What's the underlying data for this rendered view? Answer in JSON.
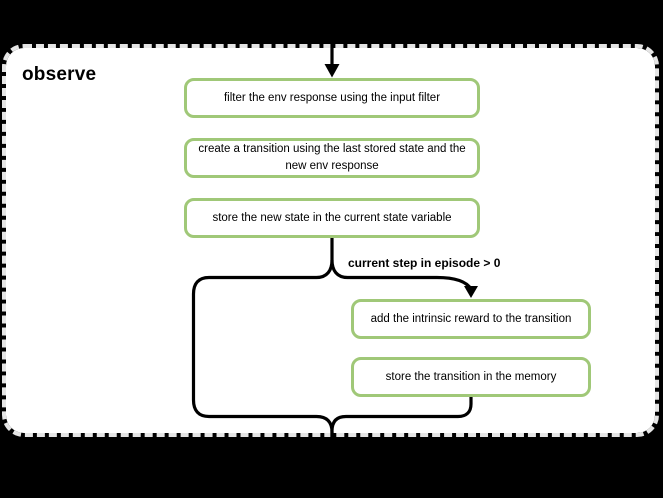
{
  "colors": {
    "page_bg": "#000000",
    "container_fill": "#ffffff",
    "container_border": "#e5e5e5",
    "node_border": "#a0c878",
    "node_fill": "#ffffff",
    "edge": "#000000",
    "text": "#000000"
  },
  "container": {
    "title": "observe"
  },
  "nodes": [
    {
      "id": "filter-env-response",
      "label": "filter the env response using the input filter"
    },
    {
      "id": "create-transition",
      "label": "create a transition using the last stored state and the new env response"
    },
    {
      "id": "store-new-state",
      "label": "store the new state in the current state variable"
    },
    {
      "id": "add-intrinsic-reward",
      "label": "add the intrinsic reward to the transition"
    },
    {
      "id": "store-transition",
      "label": "store the transition in the memory"
    }
  ],
  "edges": {
    "condition_label": "current step in episode > 0"
  }
}
